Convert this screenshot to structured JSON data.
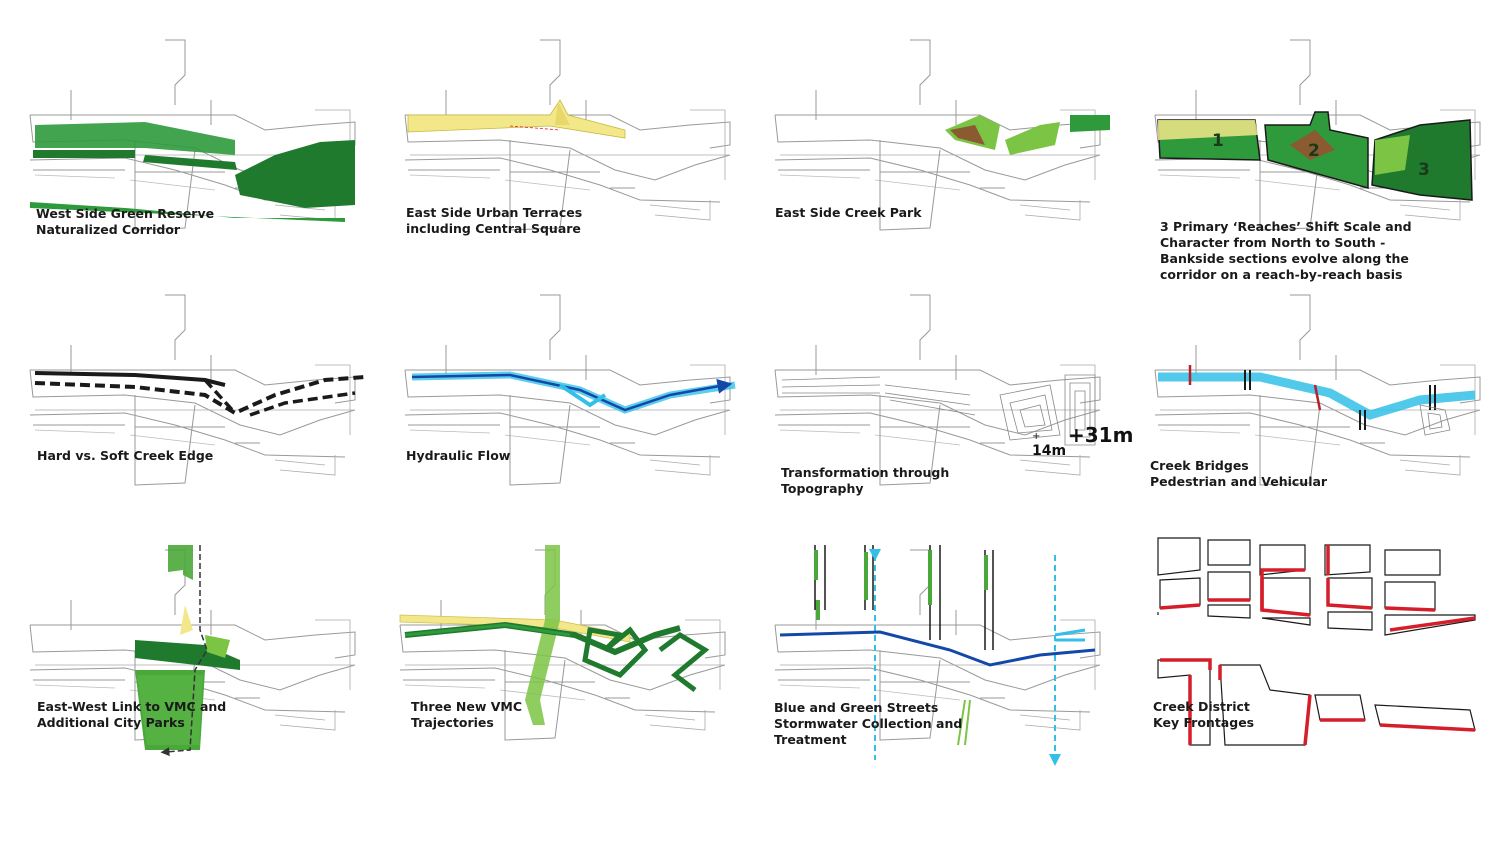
{
  "panels": [
    {
      "caption": "West Side Green Reserve\nNaturalized Corridor"
    },
    {
      "caption": "East Side Urban Terraces\nincluding Central Square"
    },
    {
      "caption": "East Side Creek Park"
    },
    {
      "caption": "3 Primary ‘Reaches’ Shift Scale and\nCharacter from North to South -\nBankside sections evolve along the\ncorridor on a reach-by-reach basis",
      "reach_labels": [
        "1",
        "2",
        "3"
      ]
    },
    {
      "caption": "Hard vs. Soft Creek Edge"
    },
    {
      "caption": "Hydraulic Flow"
    },
    {
      "caption": "Transformation through\nTopography",
      "elev_high": "+31m",
      "elev_low": "14m"
    },
    {
      "caption": "Creek Bridges\nPedestrian and Vehicular"
    },
    {
      "caption": "East-West Link to VMC and\nAdditional City Parks"
    },
    {
      "caption": "Three New VMC\nTrajectories"
    },
    {
      "caption": "Blue and Green Streets\nStormwater Collection and\nTreatment"
    },
    {
      "caption": "Creek District\nKey Frontages"
    }
  ],
  "colors": {
    "green_dark": "#1f7a2e",
    "green_mid": "#2f9a3c",
    "green_light": "#7cc444",
    "yellow": "#f2e88a",
    "blue": "#1448a8",
    "cyan": "#33c0e8",
    "red": "#d41f2a",
    "line": "#9a9a9a"
  }
}
